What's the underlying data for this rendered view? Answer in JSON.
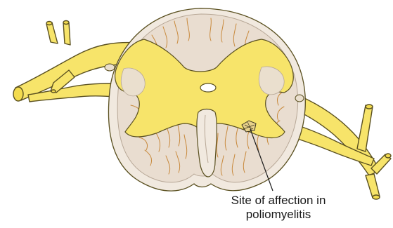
{
  "label": {
    "line1": "Site of affection in",
    "line2": "poliomyelitis"
  },
  "colors": {
    "nerve_fill": "#f7e46a",
    "nerve_outline": "#5a5020",
    "white_matter": "#e9ddd0",
    "white_matter_edge": "#b7a796",
    "striation": "#c8893c",
    "membrane": "#f1e9df",
    "canal": "#ffffff"
  },
  "icons": [
    "spinal-cord-cross-section",
    "dorsal-root",
    "ventral-root",
    "spinal-nerve",
    "lesion-marker"
  ]
}
